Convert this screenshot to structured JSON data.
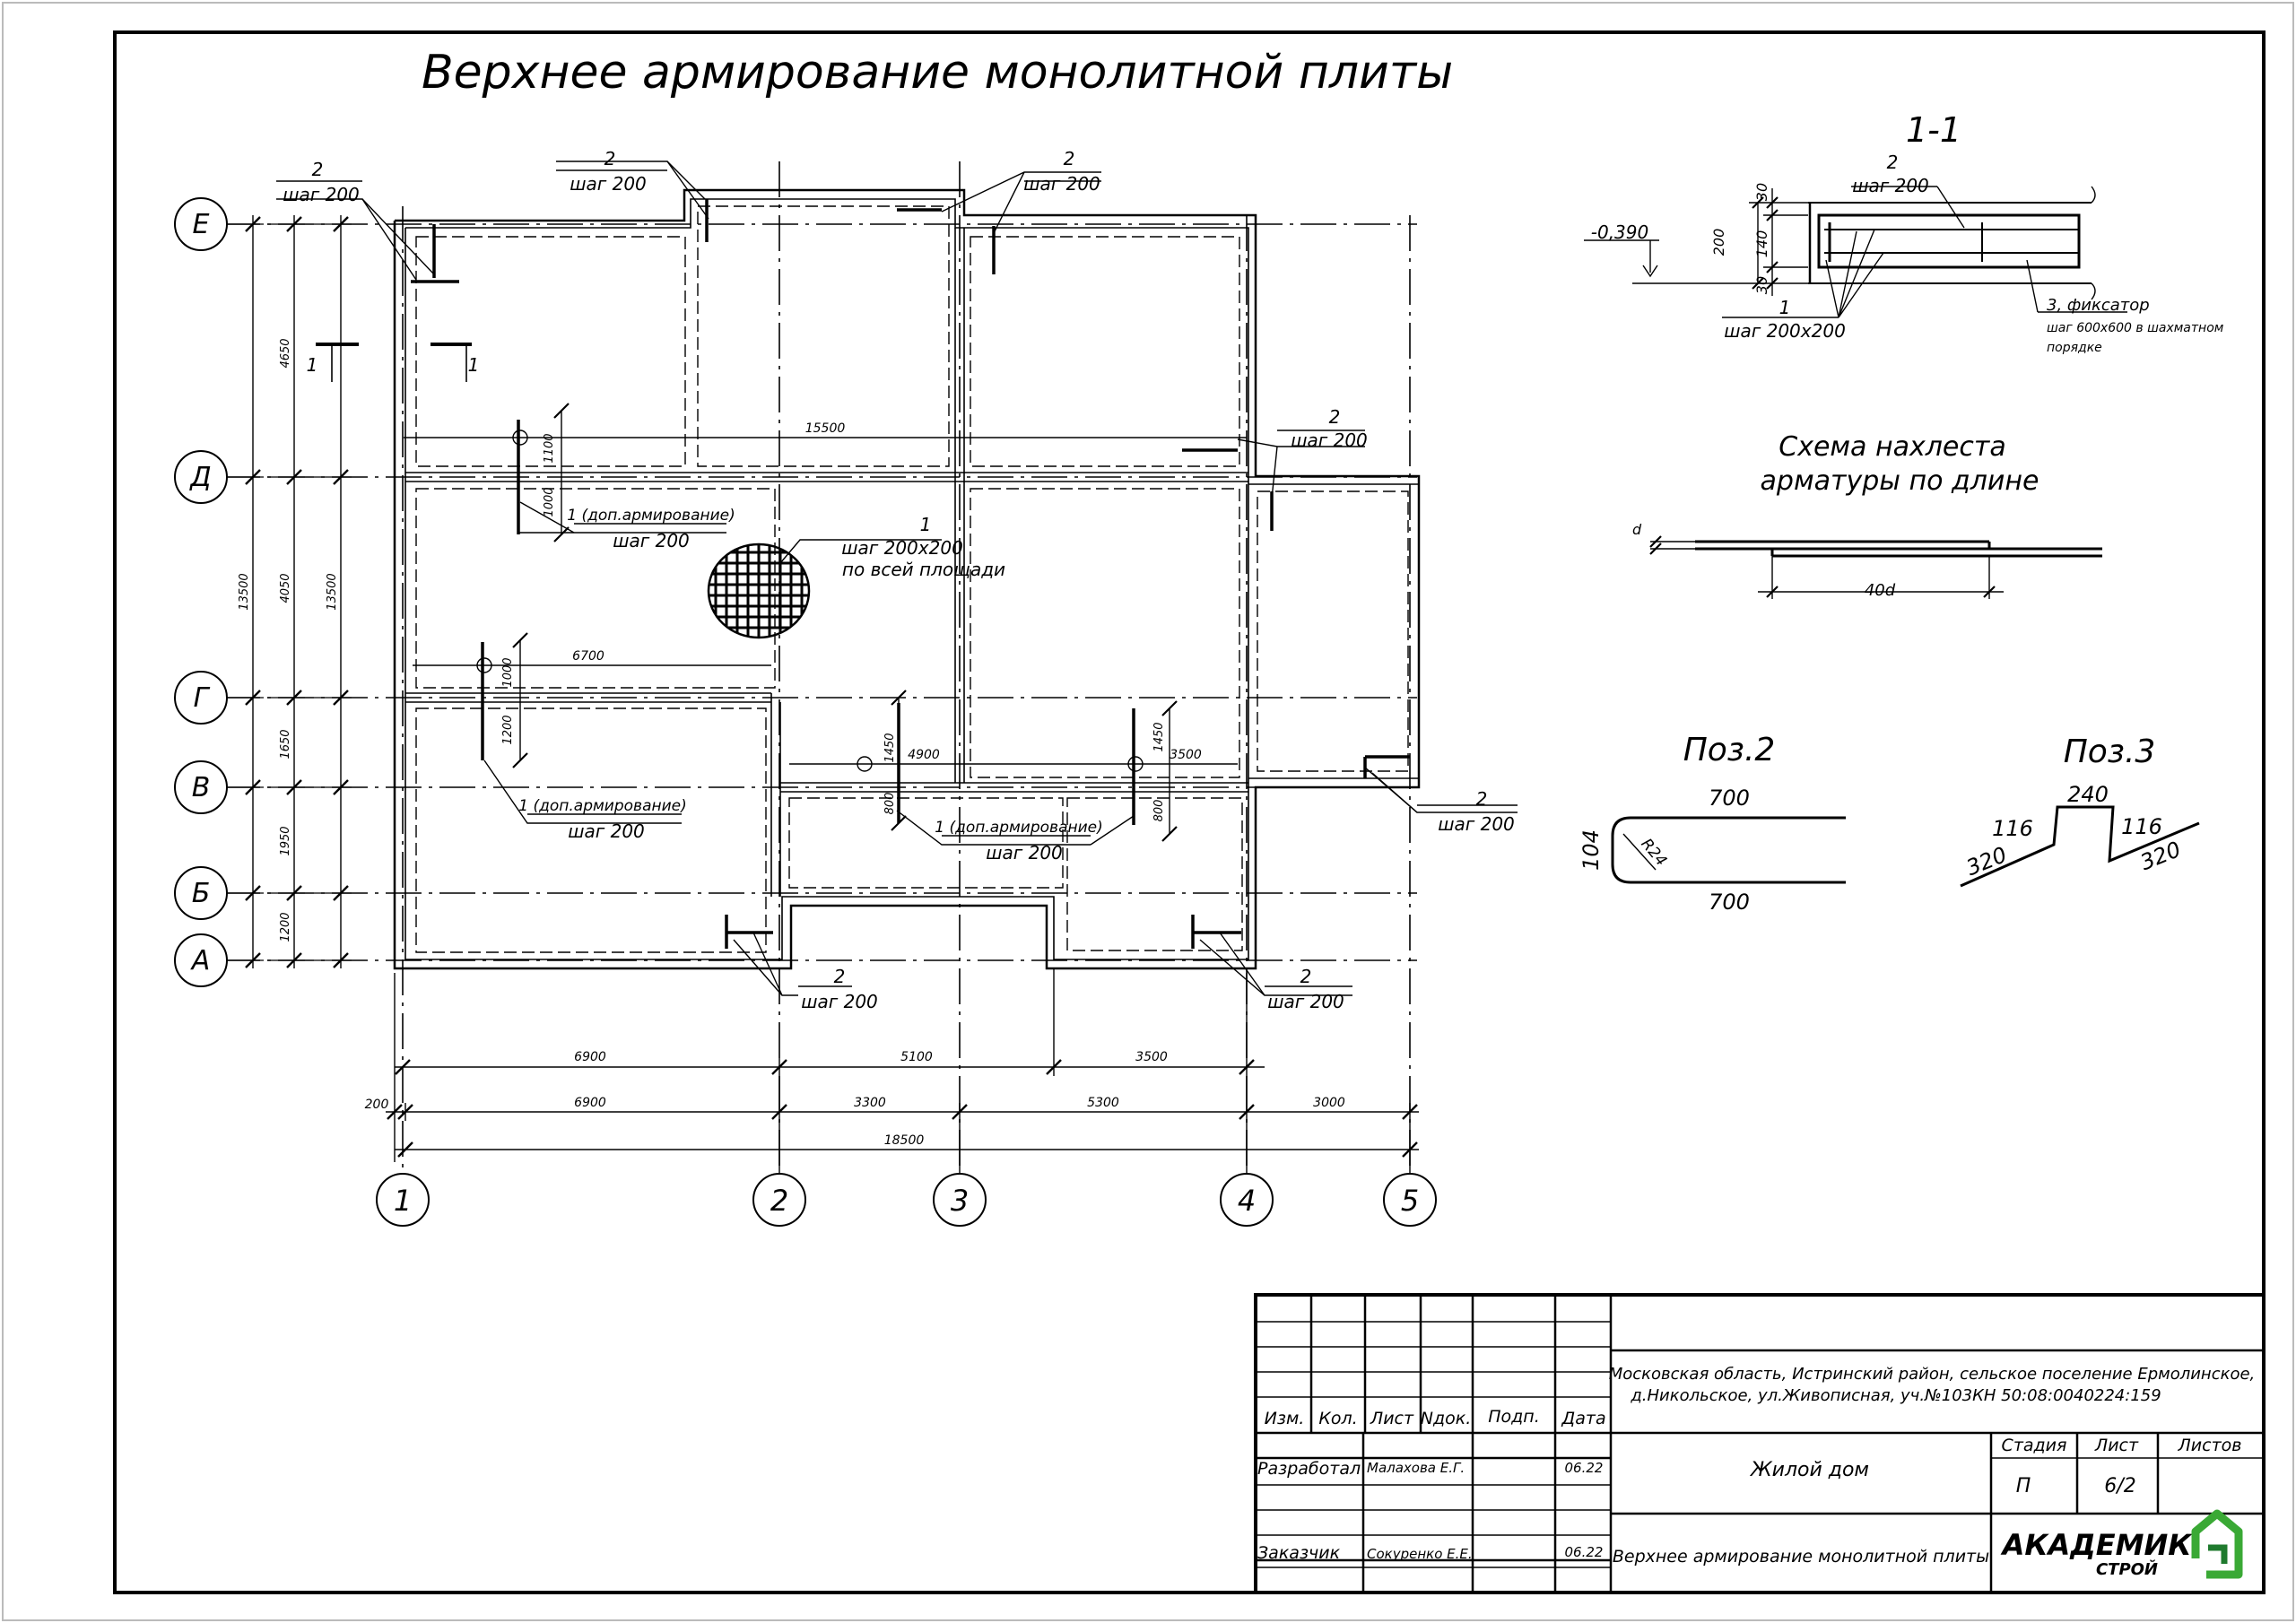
{
  "title": "Верхнее армирование монолитной плиты",
  "axes_rows": [
    "Е",
    "Д",
    "Г",
    "В",
    "Б",
    "А"
  ],
  "axes_cols": [
    "1",
    "2",
    "3",
    "4",
    "5"
  ],
  "plan": {
    "callout_pos2": "2",
    "callout_step200": "шаг 200",
    "callout_pos1": "1",
    "mesh_step": "шаг 200х200",
    "mesh_area": "по всей площади",
    "add_reinf": "1 (доп.армирование)",
    "section_mark": "1",
    "dims_left": [
      "4650",
      "4050",
      "1650",
      "1950",
      "1200"
    ],
    "dims_left_total": "13500",
    "dims_left_total2": "13500",
    "dim_15500": "15500",
    "dim_6700": "6700",
    "dim_4900": "4900",
    "dim_3500_inner": "3500",
    "dim_1100": "1100",
    "dim_1000a": "1000",
    "dim_1000b": "1000",
    "dim_1200": "1200",
    "dim_1450a": "1450",
    "dim_1450b": "1450",
    "dim_800a": "800",
    "dim_800b": "800",
    "dims_bottom1": [
      "6900",
      "5100",
      "3500"
    ],
    "dims_bottom2": [
      "6900",
      "3300",
      "5300",
      "3000"
    ],
    "dim_200": "200",
    "dim_total": "18500"
  },
  "section": {
    "title": "1-1",
    "level": "-0,390",
    "pos2": "2",
    "pos2_step": "шаг 200",
    "pos1": "1",
    "pos1_step": "шаг 200х200",
    "fixator": "3, фиксатор",
    "fixator_note1": "шаг 600х600 в шахматном",
    "fixator_note2": "порядке",
    "dim_200": "200",
    "dim_30a": "30",
    "dim_140": "140",
    "dim_30b": "30"
  },
  "lap": {
    "title1": "Схема нахлеста",
    "title2": "арматуры по длине",
    "d": "d",
    "len": "40d"
  },
  "pos2": {
    "title": "Поз.2",
    "top": "700",
    "bottom": "700",
    "height": "104",
    "radius": "R24"
  },
  "pos3": {
    "title": "Поз.3",
    "top": "240",
    "a": "116",
    "b": "116",
    "c": "320",
    "d": "320"
  },
  "stamp": {
    "address1": "Московская область, Истринский район, сельское поселение Ермолинское,",
    "address2": "д.Никольское, ул.Живописная, уч.№103КН 50:08:0040224:159",
    "cols": [
      "Изм.",
      "Кол.",
      "Лист",
      "Nдок.",
      "Подп.",
      "Дата"
    ],
    "role1": "Разработал",
    "name1": "Малахова Е.Г.",
    "date1": "06.22",
    "role2": "Заказчик",
    "name2": "Сокуренко Е.Е.",
    "date2": "06.22",
    "building": "Жилой дом",
    "sheet_title": "Верхнее армирование монолитной плиты",
    "stage_label": "Стадия",
    "sheet_label": "Лист",
    "sheets_label": "Листов",
    "stage": "П",
    "sheet": "6/2",
    "logo_main": "АКАДЕМИК",
    "logo_sub": "СТРОЙ",
    "logo_color": "#3aa935"
  }
}
